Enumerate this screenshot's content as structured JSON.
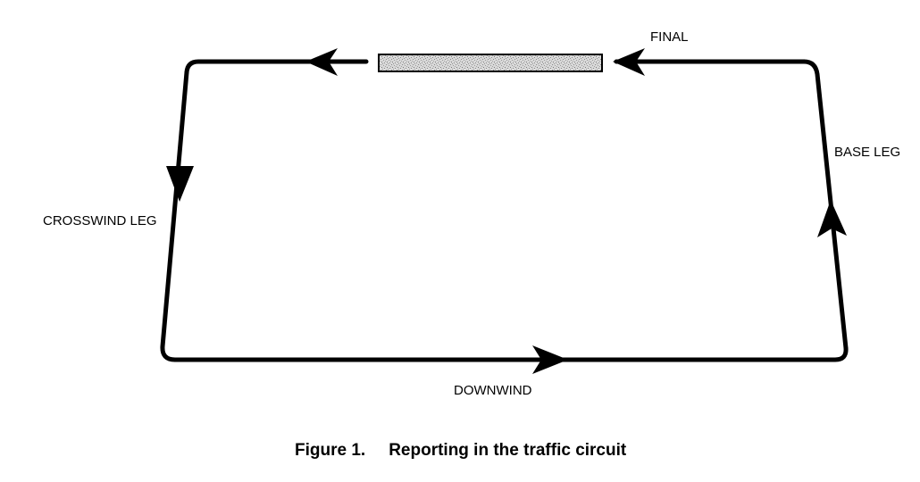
{
  "labels": {
    "final": "FINAL",
    "base_leg": "BASE LEG",
    "crosswind_leg": "CROSSWIND LEG",
    "downwind": "DOWNWIND"
  },
  "caption": {
    "figure_number": "Figure 1.",
    "title": "Reporting in the traffic circuit"
  },
  "colors": {
    "line": "#000000",
    "runway_fill": "#d4d4d4",
    "background": "#ffffff"
  }
}
